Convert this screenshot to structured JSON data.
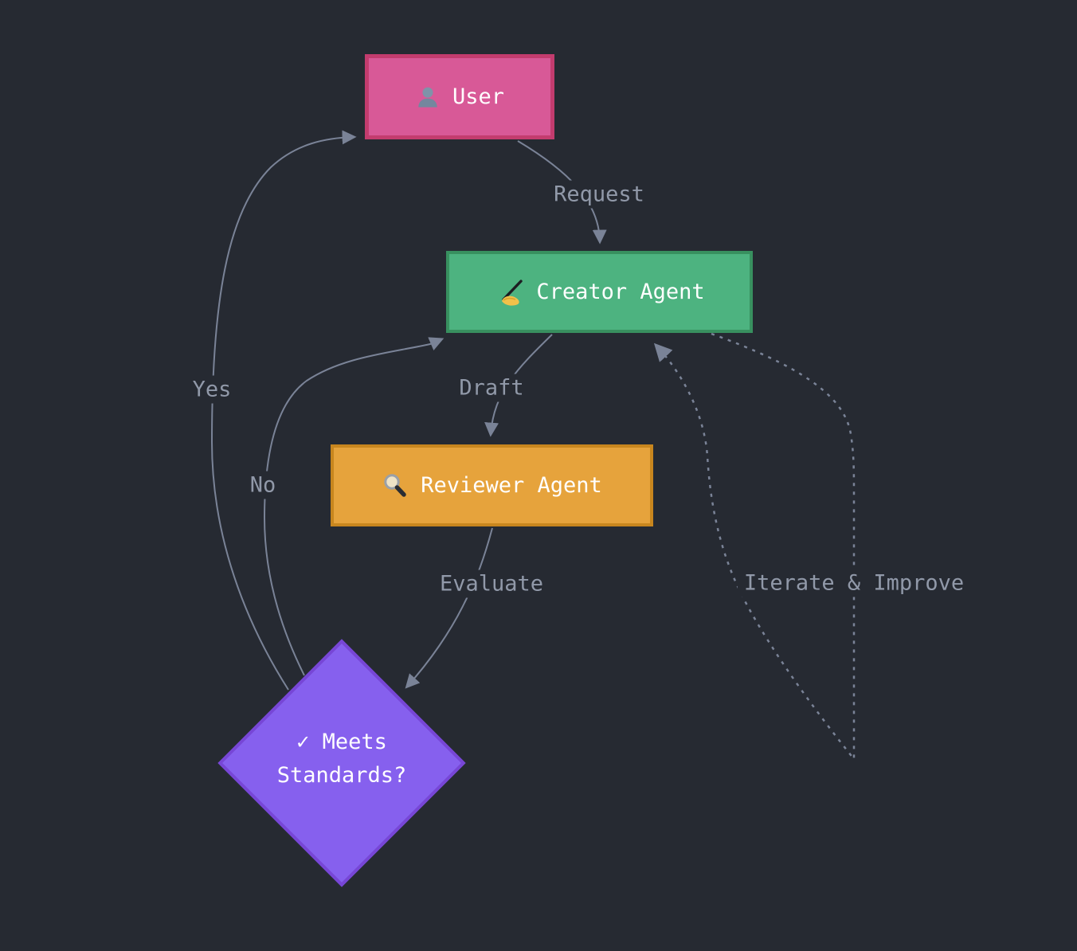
{
  "canvas": {
    "bg": "#262a32"
  },
  "nodes": {
    "user": {
      "label": "User",
      "icon": "user-icon",
      "fill": "#d85997",
      "border": "#c33c6e"
    },
    "creator": {
      "label": "Creator Agent",
      "icon": "writing-hand-icon",
      "fill": "#4db380",
      "border": "#38905f"
    },
    "reviewer": {
      "label": "Reviewer Agent",
      "icon": "magnifier-icon",
      "fill": "#e6a33c",
      "border": "#c8861e"
    },
    "decision": {
      "check": "✓",
      "label_line1": "✓ Meets",
      "label_line2": "Standards?",
      "fill": "#8660ee",
      "border": "#7746d6"
    }
  },
  "edges": {
    "request": {
      "from": "user",
      "to": "creator",
      "label": "Request",
      "style": "solid"
    },
    "draft": {
      "from": "creator",
      "to": "reviewer",
      "label": "Draft",
      "style": "solid"
    },
    "evaluate": {
      "from": "reviewer",
      "to": "decision",
      "label": "Evaluate",
      "style": "solid"
    },
    "yes": {
      "from": "decision",
      "to": "user",
      "label": "Yes",
      "style": "solid"
    },
    "no": {
      "from": "decision",
      "to": "creator",
      "label": "No",
      "style": "solid"
    },
    "iterate": {
      "from": "creator",
      "to": "creator",
      "label": "Iterate & Improve",
      "style": "dotted"
    }
  },
  "colors": {
    "background": "#262a32",
    "edge_line": "#7a8397",
    "edge_label_text": "#9199a9",
    "node_text": "#ffffff"
  }
}
